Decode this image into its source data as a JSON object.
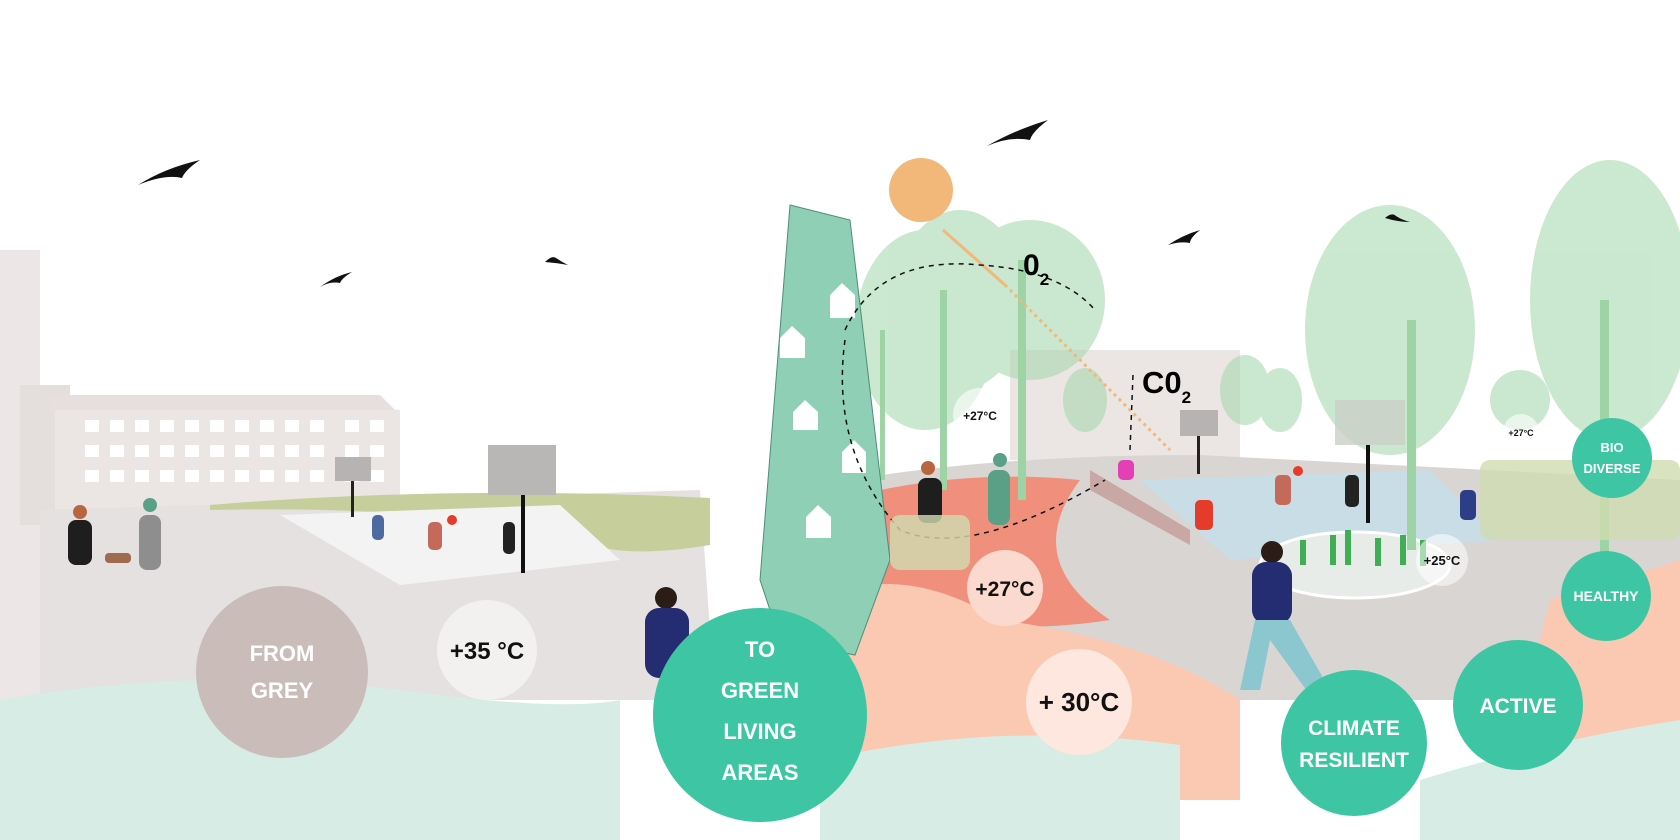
{
  "left_scene": {
    "label_circle": {
      "lines": [
        "FROM",
        "GREY"
      ]
    },
    "temperature": "+35 °C"
  },
  "center_label": {
    "lines": [
      "TO",
      "GREEN",
      "LIVING",
      "AREAS"
    ]
  },
  "right_scene": {
    "temperatures": {
      "under_trees": "+27°C",
      "path": "+27°C",
      "plaza": "+ 30°C",
      "pond": "+25°C",
      "far_right": "+27°C"
    },
    "gas_labels": {
      "oxygen": "0",
      "oxygen_sub": "2",
      "carbon": "C0",
      "carbon_sub": "2"
    },
    "benefits": [
      {
        "lines": [
          "CLIMATE",
          "RESILIENT"
        ]
      },
      {
        "lines": [
          "ACTIVE"
        ]
      },
      {
        "lines": [
          "HEALTHY"
        ]
      },
      {
        "lines": [
          "BIO",
          "DIVERSE"
        ]
      }
    ]
  },
  "colors": {
    "green_accent": "#3ec6a4",
    "grey_circle": "#c9bcb9",
    "sun": "#f1b87a",
    "mint_ground": "#d6ece4",
    "salmon": "#f08f7c",
    "peach": "#fbc8b2",
    "tree": "#a8d8b0"
  }
}
